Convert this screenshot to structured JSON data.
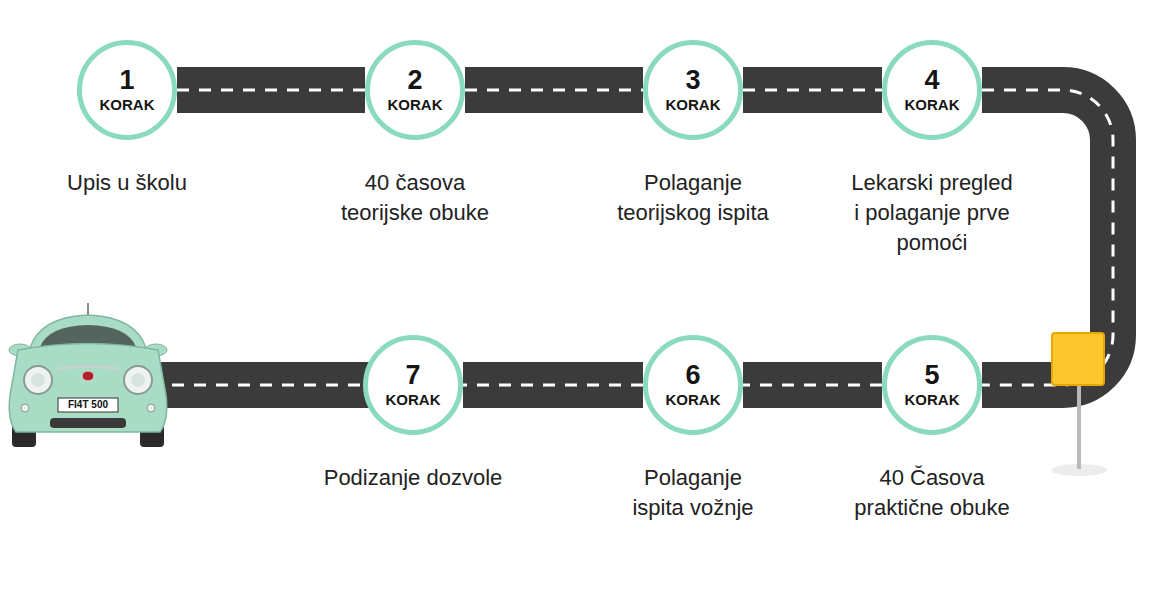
{
  "diagram": {
    "nodes": [
      {
        "text": [
          "1",
          "KORAK",
          "Upis u školu"
        ]
      },
      {
        "text": [
          "2",
          "KORAK",
          "40 časova teorijske obuke"
        ]
      },
      {
        "text": [
          "3",
          "KORAK",
          "Polaganje teorijskog ispita"
        ]
      },
      {
        "text": [
          "4",
          "KORAK",
          "Lekarski pregled i polaganje prve pomoći"
        ]
      },
      {
        "text": [
          "5",
          "KORAK",
          "40 Časova praktične obuke"
        ]
      },
      {
        "text": [
          "6",
          "KORAK",
          "Polaganje ispita vožnje"
        ]
      },
      {
        "text": [
          "7",
          "KORAK",
          "Podizanje dozvole"
        ]
      }
    ],
    "edges": [
      {
        "from": 0,
        "to": 1,
        "arrow": "none"
      },
      {
        "from": 1,
        "to": 2,
        "arrow": "none"
      },
      {
        "from": 2,
        "to": 3,
        "arrow": "none"
      },
      {
        "from": 3,
        "to": 4,
        "arrow": "none"
      },
      {
        "from": 4,
        "to": 5,
        "arrow": "none"
      },
      {
        "from": 5,
        "to": 6,
        "arrow": "none"
      }
    ],
    "labels": [
      "FI4T 500"
    ]
  }
}
